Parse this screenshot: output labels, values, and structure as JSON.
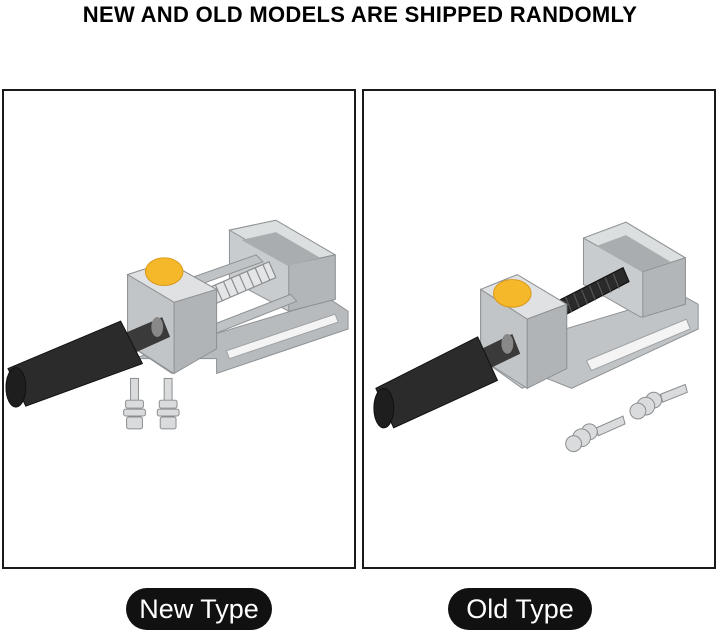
{
  "headline": "NEW AND OLD MODELS ARE SHIPPED RANDOMLY",
  "labels": {
    "new_type": "New Type",
    "old_type": "Old Type"
  },
  "colors": {
    "frame": "#1a1a1a",
    "vise_body": "#c8cbcc",
    "handle": "#2b2b2b",
    "knob": "#f5b82a",
    "label_bg": "#111111",
    "label_text": "#ffffff"
  },
  "products": [
    {
      "image": "drill-press-vise-new-model",
      "screw": "silver",
      "bolts": 2
    },
    {
      "image": "drill-press-vise-old-model",
      "screw": "black",
      "bolts": 2
    }
  ]
}
